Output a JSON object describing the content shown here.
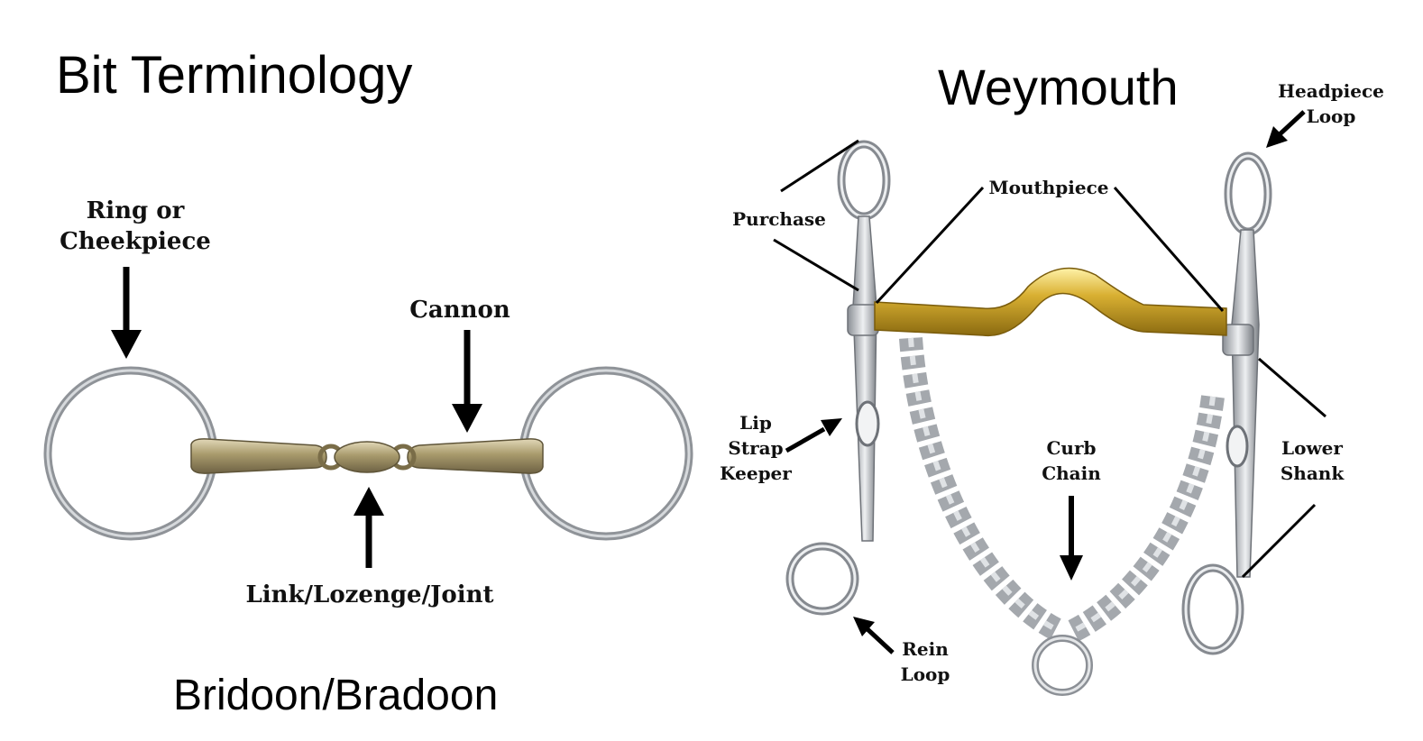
{
  "titles": {
    "main": "Bit Terminology",
    "weymouth": "Weymouth",
    "bridoon": "Bridoon/Bradoon"
  },
  "bridoon_labels": {
    "ring_line1": "Ring or",
    "ring_line2": "Cheekpiece",
    "cannon": "Cannon",
    "link": "Link/Lozenge/Joint"
  },
  "weymouth_labels": {
    "headpiece_line1": "Headpiece",
    "headpiece_line2": "Loop",
    "mouthpiece": "Mouthpiece",
    "purchase": "Purchase",
    "lip_line1": "Lip",
    "lip_line2": "Strap",
    "lip_line3": "Keeper",
    "curb_line1": "Curb",
    "curb_line2": "Chain",
    "lower_line1": "Lower",
    "lower_line2": "Shank",
    "rein_line1": "Rein",
    "rein_line2": "Loop"
  },
  "colors": {
    "steel": "#b9bcc0",
    "brass": "#d4aa2a",
    "bronze": "#a8996a"
  }
}
